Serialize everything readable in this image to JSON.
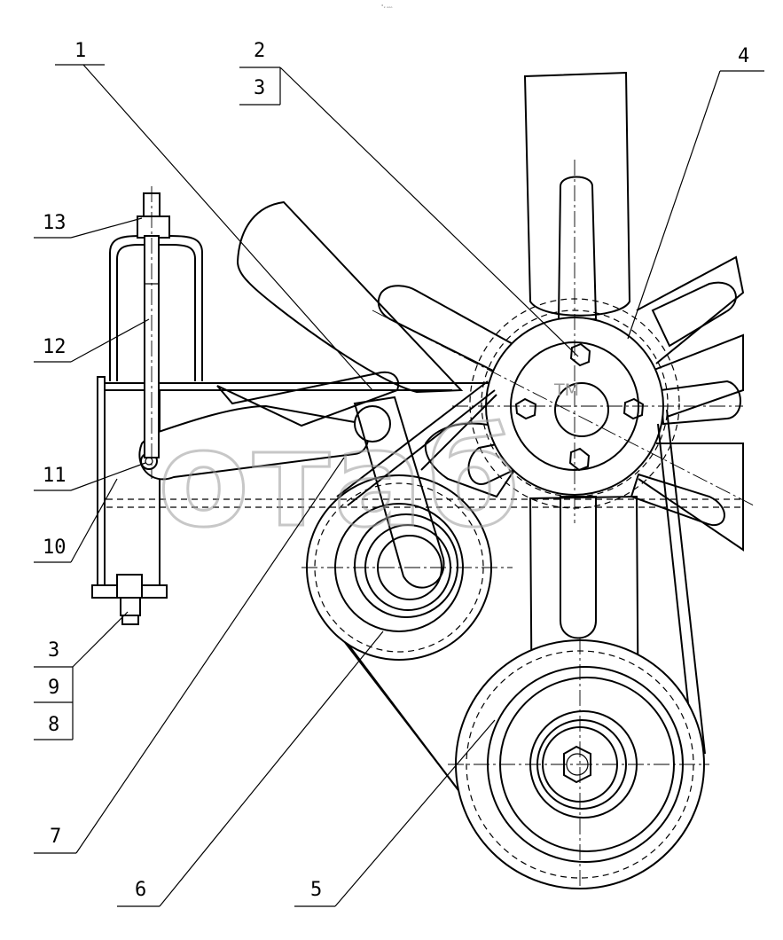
{
  "figure": {
    "watermark": "отаб",
    "trademark": "TM",
    "corner_mark": "°ₓ ₒₒₒ"
  },
  "callouts": [
    {
      "id": "1",
      "text": "1"
    },
    {
      "id": "2",
      "text": "2"
    },
    {
      "id": "3a",
      "text": "3"
    },
    {
      "id": "4",
      "text": "4"
    },
    {
      "id": "13",
      "text": "13"
    },
    {
      "id": "12",
      "text": "12"
    },
    {
      "id": "11",
      "text": "11"
    },
    {
      "id": "10",
      "text": "10"
    },
    {
      "id": "3b",
      "text": "3"
    },
    {
      "id": "9",
      "text": "9"
    },
    {
      "id": "8",
      "text": "8"
    },
    {
      "id": "7",
      "text": "7"
    },
    {
      "id": "6",
      "text": "6"
    },
    {
      "id": "5",
      "text": "5"
    }
  ]
}
